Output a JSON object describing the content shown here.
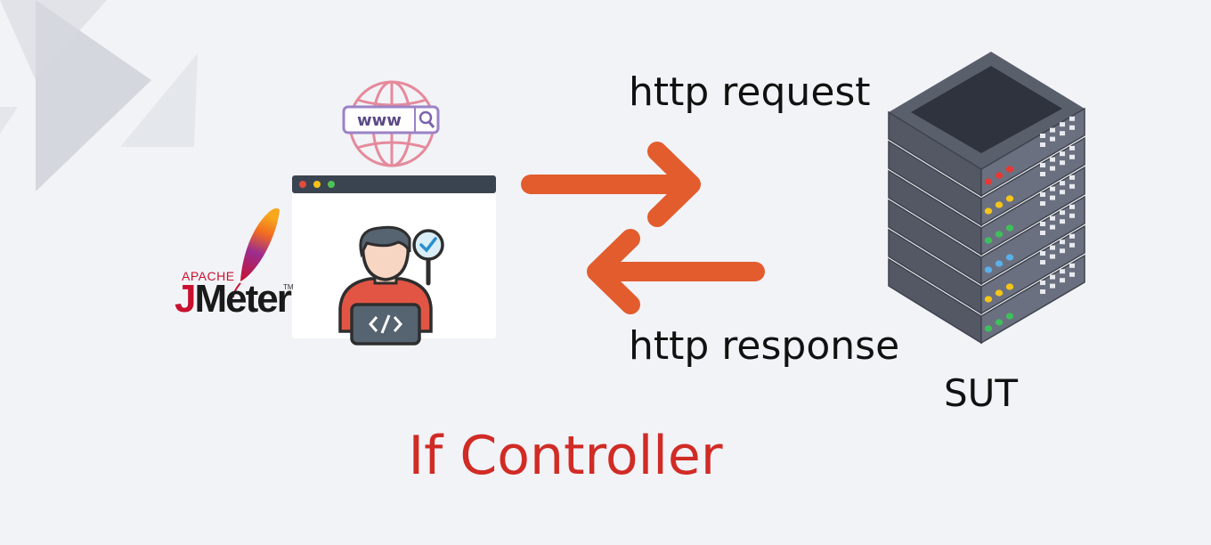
{
  "labels": {
    "request": "http request",
    "response": "http response",
    "system": "SUT",
    "title": "If Controller"
  },
  "browser": {
    "url_text": "www"
  },
  "brand": {
    "apache": "APACHE",
    "j": "J",
    "meter": "Meter",
    "tm": "TM"
  },
  "colors": {
    "title": "#d12b25",
    "arrow": "#e25c2e",
    "server": "#545865",
    "browser_bar": "#3a4450"
  },
  "server": {
    "unit_led_colors": [
      [
        "#e53935",
        "#e53935",
        "#e53935"
      ],
      [
        "#f5c518",
        "#f5c518",
        "#f5c518"
      ],
      [
        "#3fbf5a",
        "#3fbf5a",
        "#3fbf5a"
      ],
      [
        "#5ab0e8",
        "#5ab0e8",
        "#5ab0e8"
      ],
      [
        "#f5c518",
        "#f5c518",
        "#f5c518"
      ],
      [
        "#3fbf5a",
        "#3fbf5a",
        "#3fbf5a"
      ]
    ]
  }
}
